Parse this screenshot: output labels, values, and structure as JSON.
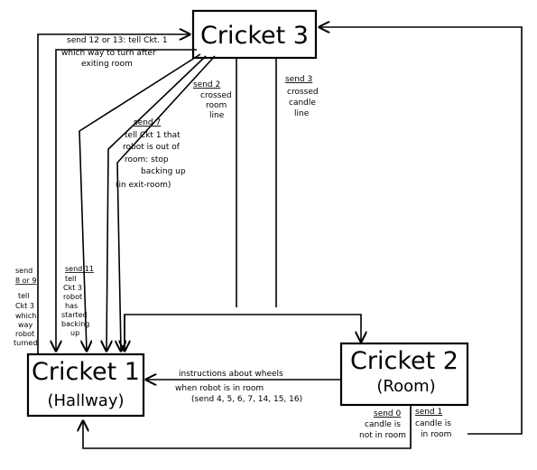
{
  "nodes": {
    "cricket3": {
      "title": "Cricket 3"
    },
    "cricket1": {
      "title": "Cricket 1",
      "subtitle": "(Hallway)"
    },
    "cricket2": {
      "title": "Cricket 2",
      "subtitle": "(Room)"
    }
  },
  "labels": {
    "top_line1": "send 12 or 13: tell Ckt. 1",
    "top_line2": "which way to turn after",
    "top_line3": "exiting room",
    "send2_head": "send 2",
    "send2_line1": "crossed",
    "send2_line2": "room",
    "send2_line3": "line",
    "send3_head": "send 3",
    "send3_line1": "crossed",
    "send3_line2": "candle",
    "send3_line3": "line",
    "send7_head": "send 7",
    "send7_line1": "tell Ckt 1 that",
    "send7_line2": "robot is out of",
    "send7_line3": "room: stop",
    "send7_line4": "backing up",
    "send7_line5": "(in exit-room)",
    "send8_head1": "send",
    "send8_head2": "8 or 9",
    "send8_line1": "tell",
    "send8_line2": "Ckt 3",
    "send8_line3": "which",
    "send8_line4": "way",
    "send8_line5": "robot",
    "send8_line6": "turned",
    "send11_head": "send 11",
    "send11_line1": "tell",
    "send11_line2": "Ckt 3",
    "send11_line3": "robot",
    "send11_line4": "has",
    "send11_line5": "started",
    "send11_line6": "backing",
    "send11_line7": "up",
    "wheels_line1": "instructions about wheels",
    "wheels_line2": "when robot is in room",
    "wheels_line3": "(send 4, 5, 6, 7, 14, 15, 16)",
    "send0_head": "send 0",
    "send0_line1": "candle is",
    "send0_line2": "not in room",
    "send1_head": "send 1",
    "send1_line1": "candle is",
    "send1_line2": "in room"
  }
}
